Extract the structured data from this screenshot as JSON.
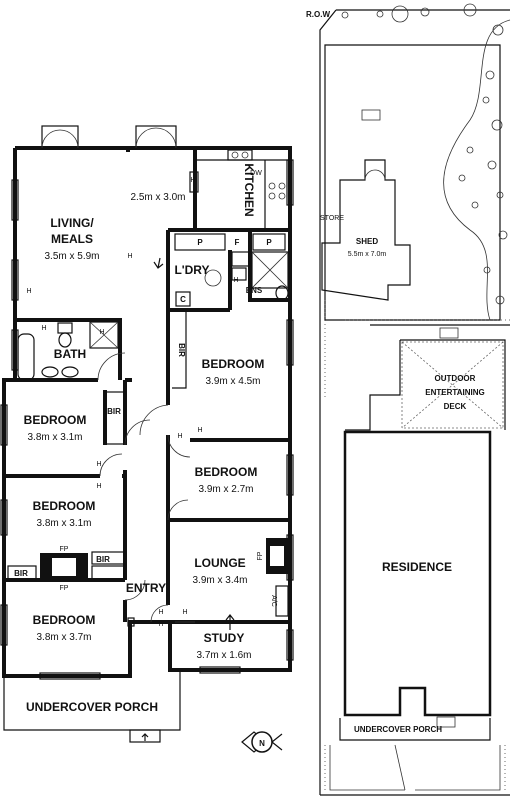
{
  "floorplan": {
    "rooms": {
      "kitchen": "KITCHEN",
      "kitchen_dim": "2.5m x 3.0m",
      "living": "LIVING/",
      "living2": "MEALS",
      "living_dim": "3.5m x 5.9m",
      "ldry": "L'DRY",
      "ens": "ENS",
      "bath": "BATH",
      "bed_main": "BEDROOM",
      "bed_main_dim": "3.9m x 4.5m",
      "bed1": "BEDROOM",
      "bed1_dim": "3.8m x 3.1m",
      "bed2": "BEDROOM",
      "bed2_dim": "3.9m x 2.7m",
      "bed3": "BEDROOM",
      "bed3_dim": "3.8m x 3.1m",
      "bed4": "BEDROOM",
      "bed4_dim": "3.8m x 3.7m",
      "lounge": "LOUNGE",
      "lounge_dim": "3.9m x 3.4m",
      "study": "STUDY",
      "study_dim": "3.7m x 1.6m",
      "entry": "ENTRY",
      "porch": "UNDERCOVER PORCH"
    },
    "marks": {
      "dw": "DW",
      "p": "P",
      "f": "F",
      "c": "C",
      "h": "H",
      "bir": "BIR",
      "fp": "FP",
      "ac": "A/C"
    }
  },
  "siteplan": {
    "row": "R.O.W",
    "store": "STORE",
    "shed": "SHED",
    "shed_dim": "5.5m x 7.0m",
    "deck1": "OUTDOOR",
    "deck2": "ENTERTAINING",
    "deck3": "DECK",
    "residence": "RESIDENCE",
    "porch": "UNDERCOVER PORCH"
  },
  "compass": {
    "letter": "N"
  }
}
